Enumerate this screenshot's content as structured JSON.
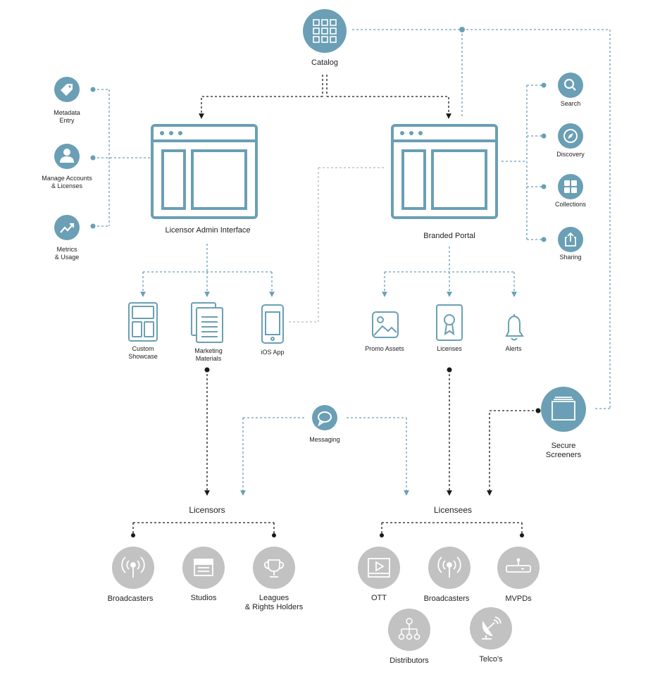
{
  "colors": {
    "teal": "#6a9fb5",
    "teal_dark": "#5d8fa3",
    "gray": "#c2c2c2",
    "black": "#1a1a1a",
    "icon_fg": "#ffffff"
  },
  "catalog": {
    "label": "Catalog",
    "icon": "grid-icon"
  },
  "licensor_admin": {
    "label": "Licensor Admin Interface",
    "icon": "browser-window-icon"
  },
  "branded_portal": {
    "label": "Branded Portal",
    "icon": "browser-window-icon"
  },
  "admin_features": [
    {
      "label_line1": "Metadata",
      "label_line2": "Entry",
      "icon": "tag-icon"
    },
    {
      "label_line1": "Manage Accounts",
      "label_line2": "& Licenses",
      "icon": "user-icon"
    },
    {
      "label_line1": "Metrics",
      "label_line2": "& Usage",
      "icon": "trend-up-icon"
    }
  ],
  "portal_features": [
    {
      "label": "Search",
      "icon": "search-icon"
    },
    {
      "label": "Discovery",
      "icon": "compass-icon"
    },
    {
      "label": "Collections",
      "icon": "collections-icon"
    },
    {
      "label": "Sharing",
      "icon": "share-icon"
    }
  ],
  "admin_outputs": [
    {
      "label_line1": "Custom",
      "label_line2": "Showcase",
      "icon": "showcase-icon"
    },
    {
      "label_line1": "Marketing",
      "label_line2": "Materials",
      "icon": "documents-icon"
    },
    {
      "label_line1": "iOS App",
      "label_line2": "",
      "icon": "phone-icon"
    }
  ],
  "portal_outputs": [
    {
      "label": "Promo Assets",
      "icon": "image-icon"
    },
    {
      "label": "Licenses",
      "icon": "certificate-icon"
    },
    {
      "label": "Alerts",
      "icon": "bell-icon"
    }
  ],
  "messaging": {
    "label": "Messaging",
    "icon": "chat-icon"
  },
  "secure_screeners": {
    "label_line1": "Secure",
    "label_line2": "Screeners",
    "icon": "screener-icon"
  },
  "licensors": {
    "label": "Licensors",
    "members": [
      {
        "label_line1": "Broadcasters",
        "label_line2": "",
        "icon": "broadcast-icon"
      },
      {
        "label_line1": "Studios",
        "label_line2": "",
        "icon": "clapperboard-icon"
      },
      {
        "label_line1": "Leagues",
        "label_line2": "& Rights Holders",
        "icon": "trophy-icon"
      }
    ]
  },
  "licensees": {
    "label": "Licensees",
    "members": [
      {
        "label": "OTT",
        "icon": "video-player-icon"
      },
      {
        "label": "Broadcasters",
        "icon": "broadcast-icon"
      },
      {
        "label": "MVPDs",
        "icon": "router-icon"
      },
      {
        "label": "Distributors",
        "icon": "hierarchy-icon"
      },
      {
        "label": "Telco's",
        "icon": "satellite-dish-icon"
      }
    ]
  }
}
